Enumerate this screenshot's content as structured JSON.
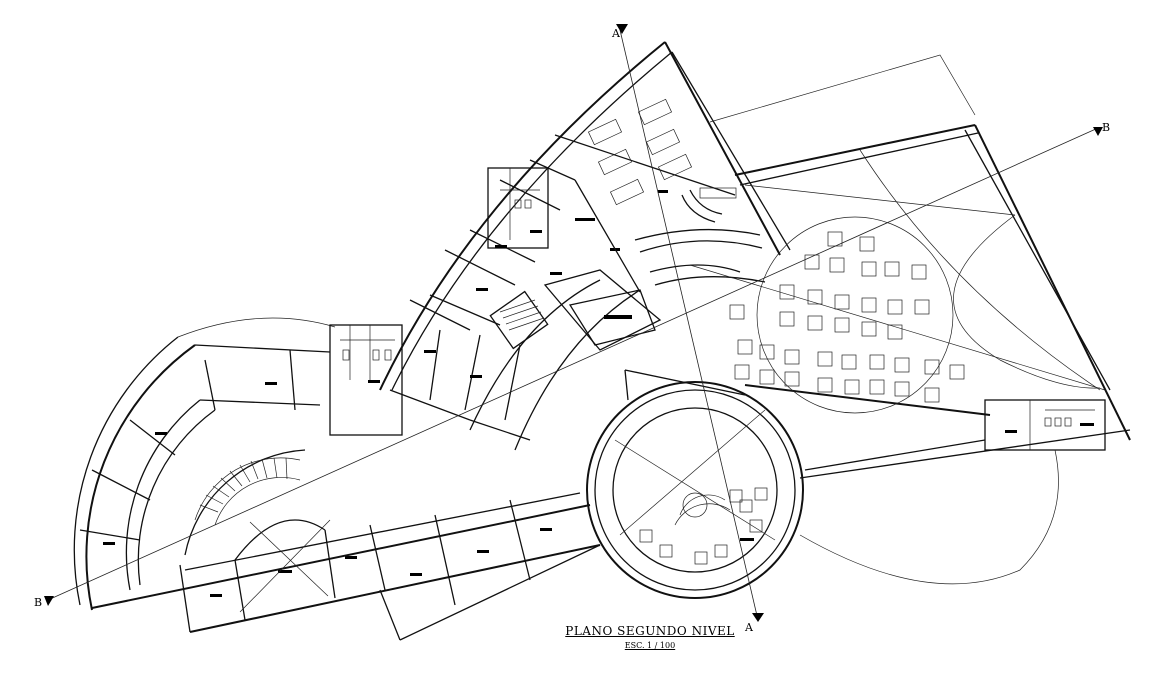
{
  "drawing": {
    "title": "PLANO SEGUNDO NIVEL",
    "scale": "ESC. 1 / 100"
  },
  "section_markers": {
    "a_top": "A",
    "a_bottom": "A",
    "b_left": "B",
    "b_right": "B"
  }
}
